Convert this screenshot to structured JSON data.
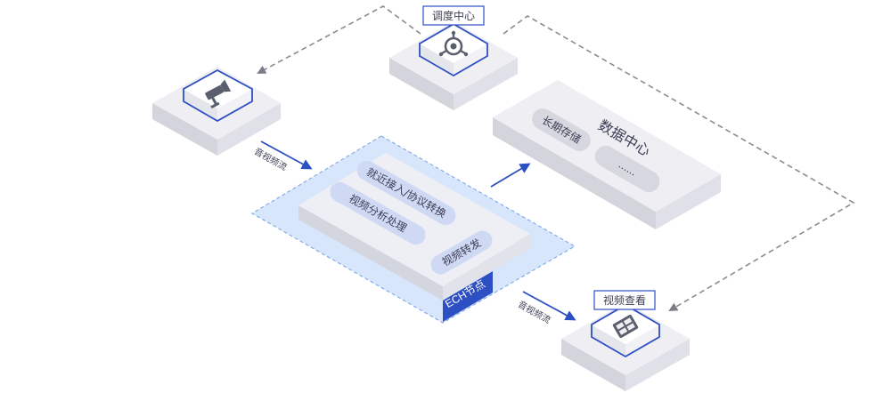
{
  "labels": {
    "dispatch_center": "调度中心",
    "data_center": "数据中心",
    "long_term_storage": "长期存储",
    "data_more": "......",
    "video_view": "视频查看",
    "ech_node": "ECH节点",
    "nearby_access": "就近接入/协议转换",
    "video_analysis": "视频分析处理",
    "video_forward": "视频转发",
    "av_stream_in": "音视频流",
    "av_stream_out": "音视频流"
  },
  "colors": {
    "accent_blue": "#2d4fc4",
    "zone_fill": "#d6e5fb",
    "zone_border": "#7fa9e6",
    "box_top": "#eeeef3",
    "box_left": "#d3d4dc",
    "box_right": "#e0e1e8",
    "pill": "#cfd9f3",
    "dash_line": "#8a8c95"
  },
  "icons": {
    "camera": "security-camera-icon",
    "dispatch": "dispatch-hub-icon",
    "viewer": "video-viewer-icon"
  }
}
